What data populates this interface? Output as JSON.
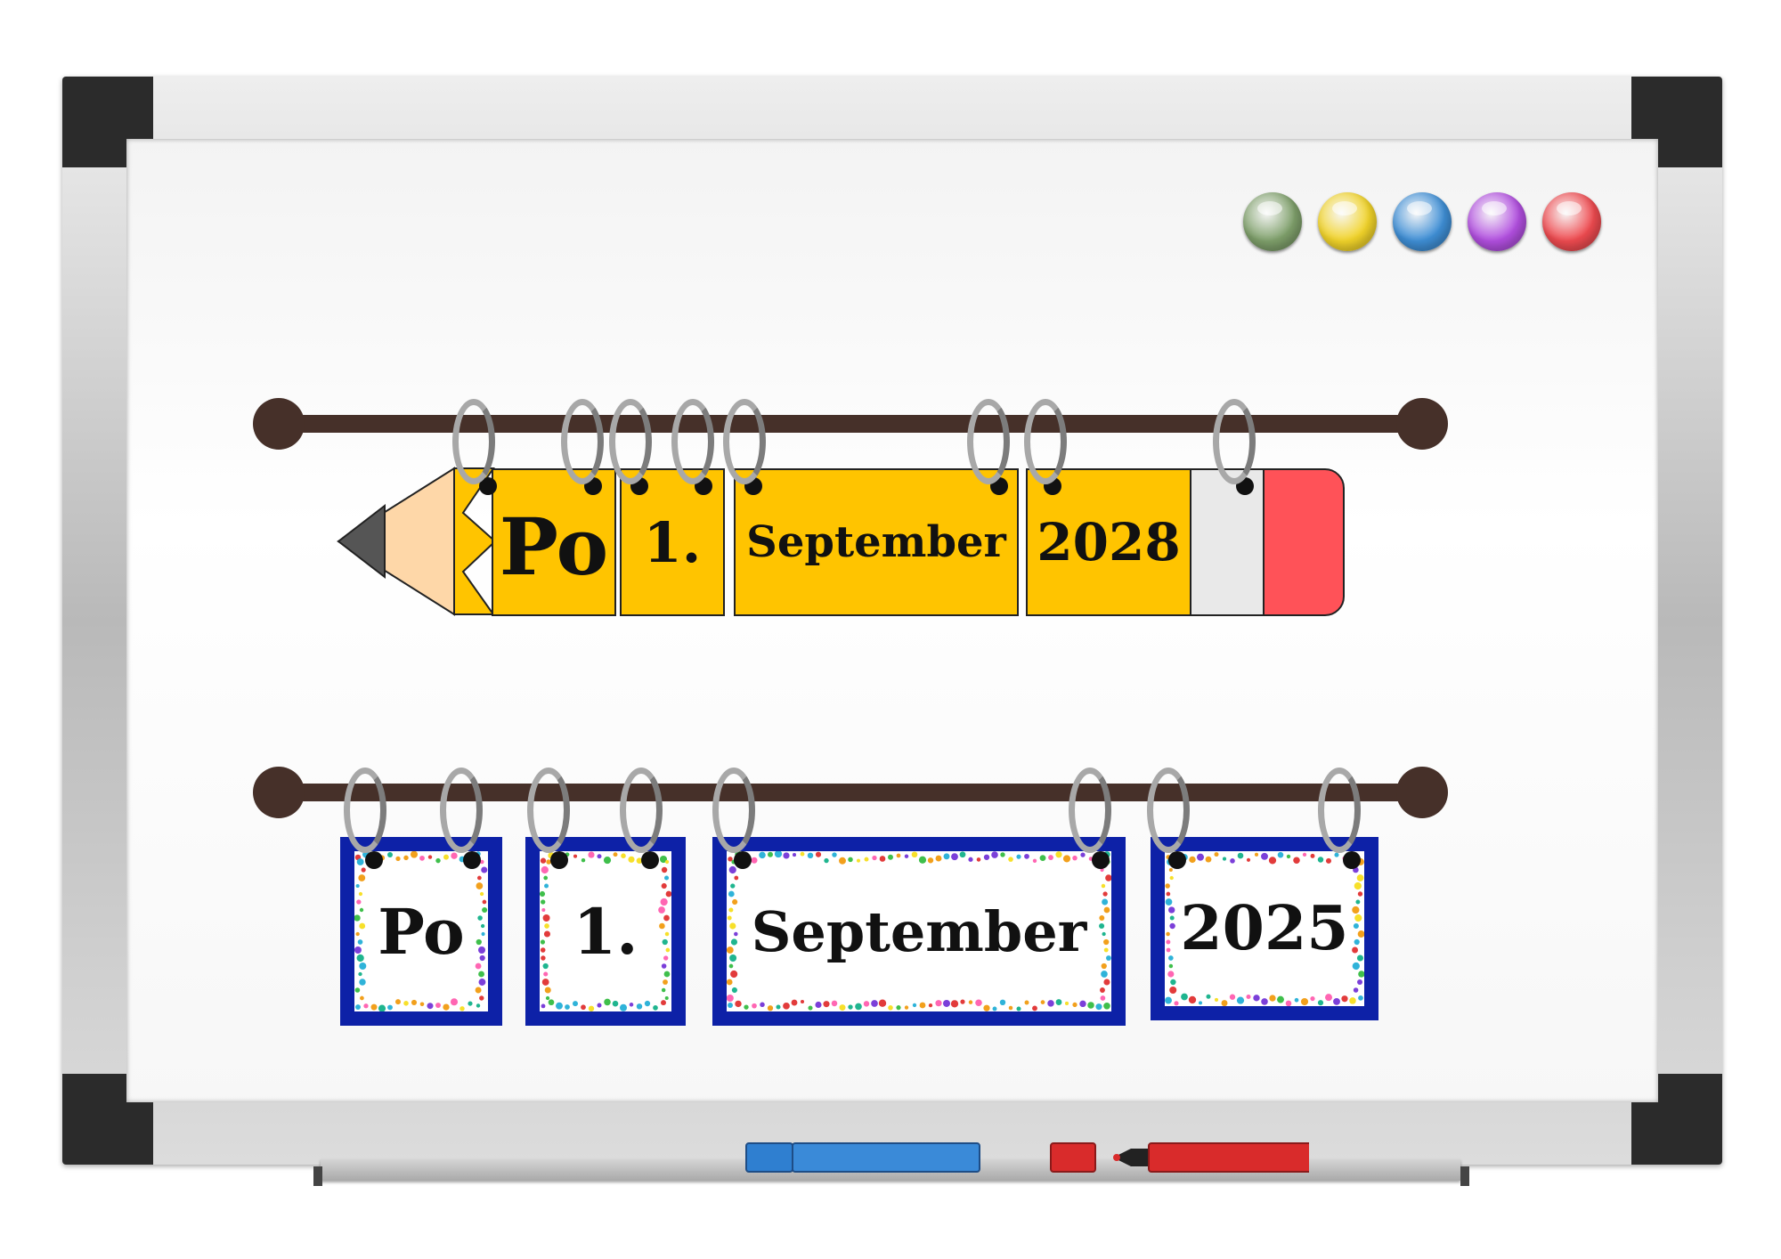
{
  "pencil_row": {
    "day": "Po",
    "date": "1.",
    "month": "September",
    "year": "2028"
  },
  "confetti_row": {
    "day": "Po",
    "date": "1.",
    "month": "September",
    "year": "2025"
  },
  "magnets": [
    {
      "name": "magnet-green",
      "color": "#7fa06b"
    },
    {
      "name": "magnet-yellow",
      "color": "#f2d42a"
    },
    {
      "name": "magnet-blue",
      "color": "#3f8fd6"
    },
    {
      "name": "magnet-purple",
      "color": "#b24fe0"
    },
    {
      "name": "magnet-red",
      "color": "#ef4b50"
    }
  ],
  "colors": {
    "rod": "#463029",
    "pencil_body": "#ffc400",
    "pencil_eraser": "#ff5258",
    "card_border": "#0d21a7",
    "marker_blue": "#2f7fd0",
    "marker_red": "#d92b2b"
  }
}
